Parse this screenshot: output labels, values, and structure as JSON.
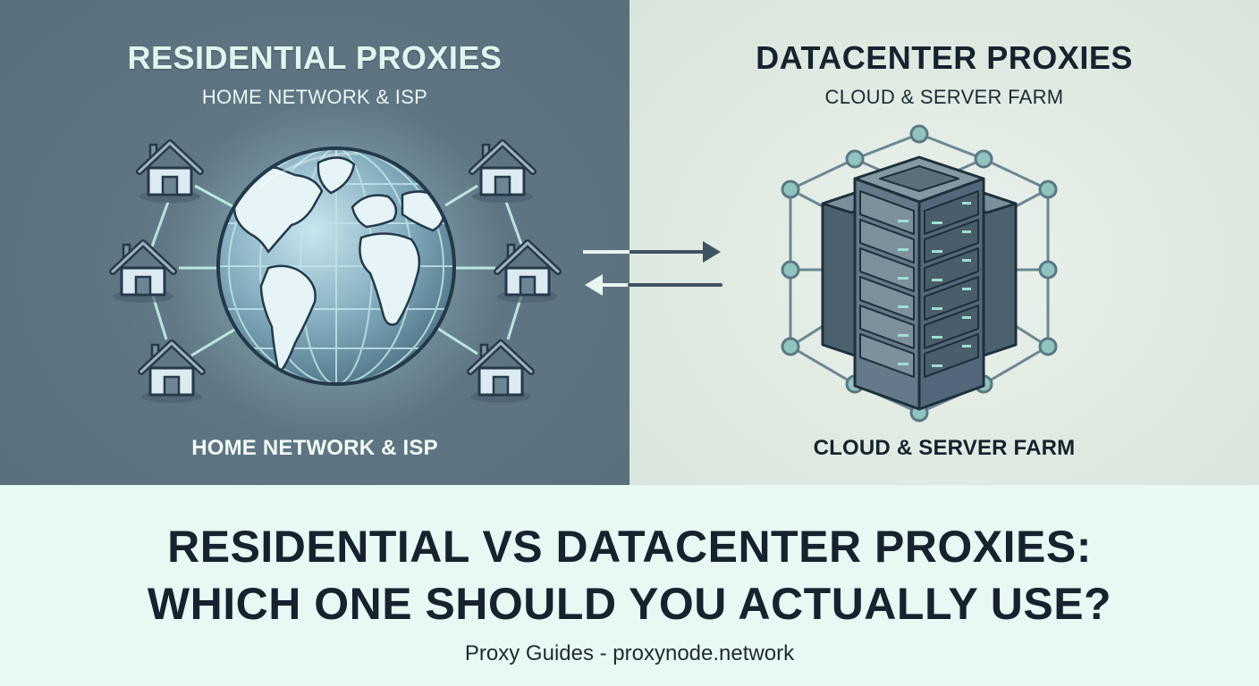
{
  "left_panel": {
    "title": "RESIDENTIAL PROXIES",
    "subtitle": "HOME NETWORK & ISP",
    "caption": "HOME NETWORK & ISP",
    "background": "#5f7583",
    "illustration": {
      "center_icon": "globe-icon",
      "node_icon": "house-icon",
      "node_count": 6,
      "link_color": "#bdf2e6"
    }
  },
  "right_panel": {
    "title": "DATACENTER PROXIES",
    "subtitle": "CLOUD & SERVER FARM",
    "caption": "CLOUD & SERVER FARM",
    "background": "#dfe9e1",
    "illustration": {
      "center_icon": "server-rack-icon",
      "node_icon": "network-node-icon",
      "node_count": 12,
      "node_color": "#8fc4bf"
    }
  },
  "exchange_arrows": {
    "icon": "bidirectional-arrows-icon"
  },
  "headline": {
    "line1": "RESIDENTIAL VS DATACENTER PROXIES:",
    "line2": "WHICH ONE SHOULD YOU ACTUALLY USE?"
  },
  "footer": {
    "text": "Proxy Guides - proxynode.network"
  },
  "colors": {
    "dark_text": "#16232e",
    "accent_teal": "#8fc4bf",
    "bottom_bg": "#e8f8f3"
  }
}
